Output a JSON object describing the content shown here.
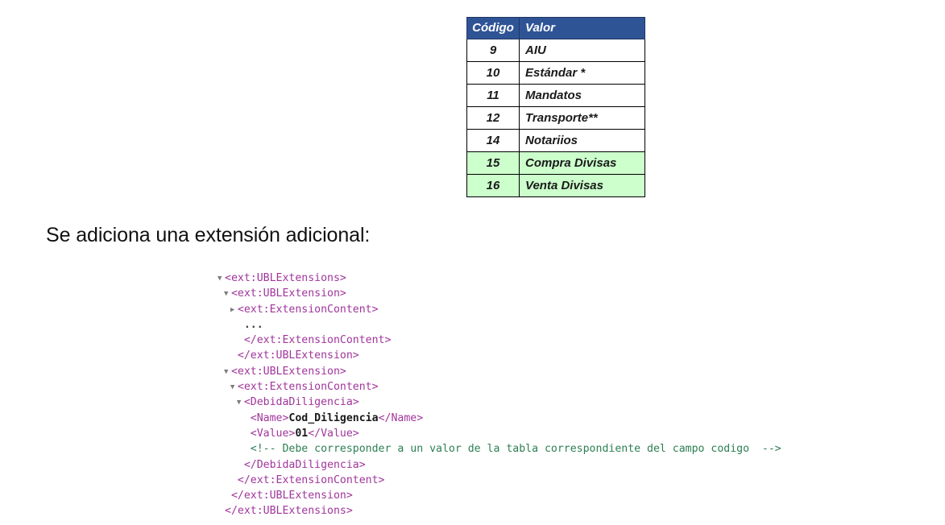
{
  "table": {
    "headers": [
      "Código",
      "Valor"
    ],
    "header_bg": "#2F5496",
    "header_fg": "#FFFFFF",
    "highlight_bg": "#CCFFCC",
    "rows": [
      {
        "code": "9",
        "value": "AIU",
        "highlight": false
      },
      {
        "code": "10",
        "value": "Estándar *",
        "highlight": false
      },
      {
        "code": "11",
        "value": "Mandatos",
        "highlight": false
      },
      {
        "code": "12",
        "value": "Transporte**",
        "highlight": false
      },
      {
        "code": "14",
        "value": "Notariios",
        "highlight": false
      },
      {
        "code": "15",
        "value": "Compra Divisas",
        "highlight": true
      },
      {
        "code": "16",
        "value": "Venta Divisas",
        "highlight": true
      }
    ]
  },
  "lead": {
    "text": "Se adiciona una extensión adicional:"
  },
  "code": {
    "tag_color": "#A0359B",
    "text_color": "#1A1A1A",
    "comment_color": "#2C7F52",
    "triangle_color": "#7B7B7B",
    "lines": [
      {
        "indent": 0,
        "marker": "expanded",
        "tag": "<ext:UBLExtensions>"
      },
      {
        "indent": 1,
        "marker": "expanded",
        "tag": "<ext:UBLExtension>"
      },
      {
        "indent": 2,
        "marker": "collapsed",
        "tag": "<ext:ExtensionContent>"
      },
      {
        "indent": 3,
        "marker": "none",
        "dots": "..."
      },
      {
        "indent": 3,
        "marker": "none",
        "tag": "</ext:ExtensionContent>"
      },
      {
        "indent": 2,
        "marker": "none",
        "tag": "</ext:UBLExtension>"
      },
      {
        "indent": 1,
        "marker": "expanded",
        "tag": "<ext:UBLExtension>"
      },
      {
        "indent": 2,
        "marker": "expanded",
        "tag": "<ext:ExtensionContent>"
      },
      {
        "indent": 3,
        "marker": "expanded",
        "tag": "<DebidaDiligencia>"
      },
      {
        "indent": 4,
        "marker": "none",
        "open": "<Name>",
        "text": "Cod_Diligencia",
        "close": "</Name>"
      },
      {
        "indent": 4,
        "marker": "none",
        "open": "<Value>",
        "text": "01",
        "close": "</Value>"
      },
      {
        "indent": 4,
        "marker": "none",
        "comment": "<!-- Debe corresponder a un valor de la tabla correspondiente del campo codigo  -->"
      },
      {
        "indent": 3,
        "marker": "none",
        "tag": "</DebidaDiligencia>"
      },
      {
        "indent": 2,
        "marker": "none",
        "tag": "</ext:ExtensionContent>"
      },
      {
        "indent": 1,
        "marker": "none",
        "tag": "</ext:UBLExtension>"
      },
      {
        "indent": 0,
        "marker": "none",
        "tag": "</ext:UBLExtensions>"
      }
    ]
  }
}
